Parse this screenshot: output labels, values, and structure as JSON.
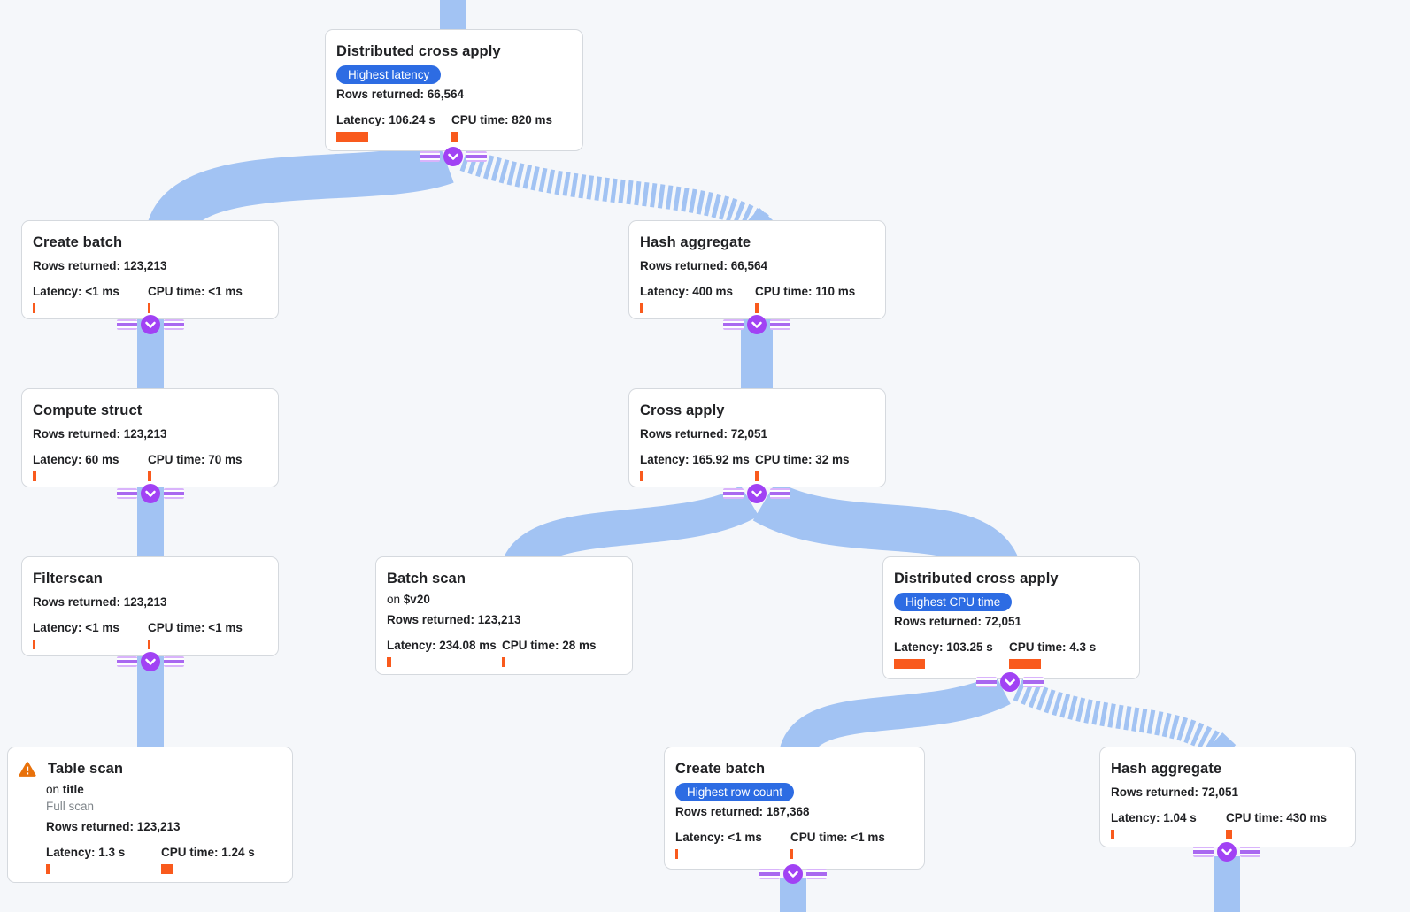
{
  "app": "query-execution-plan-graph",
  "colors": {
    "background": "#f5f7fa",
    "flow_band": "#a2c3f3",
    "badge_blue": "#2d6ce3",
    "metric_bar_orange": "#f95a1d",
    "expander_purple": "#a142f4",
    "warning_orange": "#e8710a",
    "card_border": "#d5d9de",
    "muted_text": "#80868b"
  },
  "nodes": [
    {
      "title": "Distributed cross apply",
      "badge": "Highest latency",
      "rows": "Rows returned: 66,564",
      "latency": "Latency: 106.24 s",
      "cpu": "CPU time: 820 ms",
      "lat_bar": "width:36px",
      "cpu_bar": "width:7px"
    },
    {
      "title": "Create batch",
      "rows": "Rows returned: 123,213",
      "latency": "Latency: <1 ms",
      "cpu": "CPU time: <1 ms",
      "lat_bar": "width:3px",
      "cpu_bar": "width:3px"
    },
    {
      "title": "Compute struct",
      "rows": "Rows returned: 123,213",
      "latency": "Latency: 60 ms",
      "cpu": "CPU time: 70 ms",
      "lat_bar": "width:4px",
      "cpu_bar": "width:4px"
    },
    {
      "title": "Filterscan",
      "rows": "Rows returned: 123,213",
      "latency": "Latency: <1 ms",
      "cpu": "CPU time: <1 ms",
      "lat_bar": "width:3px",
      "cpu_bar": "width:3px"
    },
    {
      "title": "Table scan",
      "on_prefix": "on",
      "on_target": "title",
      "note": "Full scan",
      "rows": "Rows returned: 123,213",
      "latency": "Latency: 1.3 s",
      "cpu": "CPU time: 1.24 s",
      "lat_bar": "width:4px",
      "cpu_bar": "width:13px"
    },
    {
      "title": "Hash aggregate",
      "rows": "Rows returned: 66,564",
      "latency": "Latency: 400 ms",
      "cpu": "CPU time: 110 ms",
      "lat_bar": "width:4px",
      "cpu_bar": "width:4px"
    },
    {
      "title": "Cross apply",
      "rows": "Rows returned: 72,051",
      "latency": "Latency: 165.92 ms",
      "cpu": "CPU time: 32 ms",
      "lat_bar": "width:4px",
      "cpu_bar": "width:4px"
    },
    {
      "title": "Batch scan",
      "on_prefix": "on",
      "on_target": "$v20",
      "rows": "Rows returned: 123,213",
      "latency": "Latency: 234.08 ms",
      "cpu": "CPU time: 28 ms",
      "lat_bar": "width:5px",
      "cpu_bar": "width:4px"
    },
    {
      "title": "Distributed cross apply",
      "badge": "Highest CPU time",
      "rows": "Rows returned: 72,051",
      "latency": "Latency: 103.25 s",
      "cpu": "CPU time: 4.3 s",
      "lat_bar": "width:35px",
      "cpu_bar": "width:36px"
    },
    {
      "title": "Create batch",
      "badge": "Highest row count",
      "rows": "Rows returned: 187,368",
      "latency": "Latency: <1 ms",
      "cpu": "CPU time: <1 ms",
      "lat_bar": "width:3px",
      "cpu_bar": "width:3px"
    },
    {
      "title": "Hash aggregate",
      "rows": "Rows returned: 72,051",
      "latency": "Latency: 1.04 s",
      "cpu": "CPU time: 430 ms",
      "lat_bar": "width:4px",
      "cpu_bar": "width:7px"
    }
  ]
}
